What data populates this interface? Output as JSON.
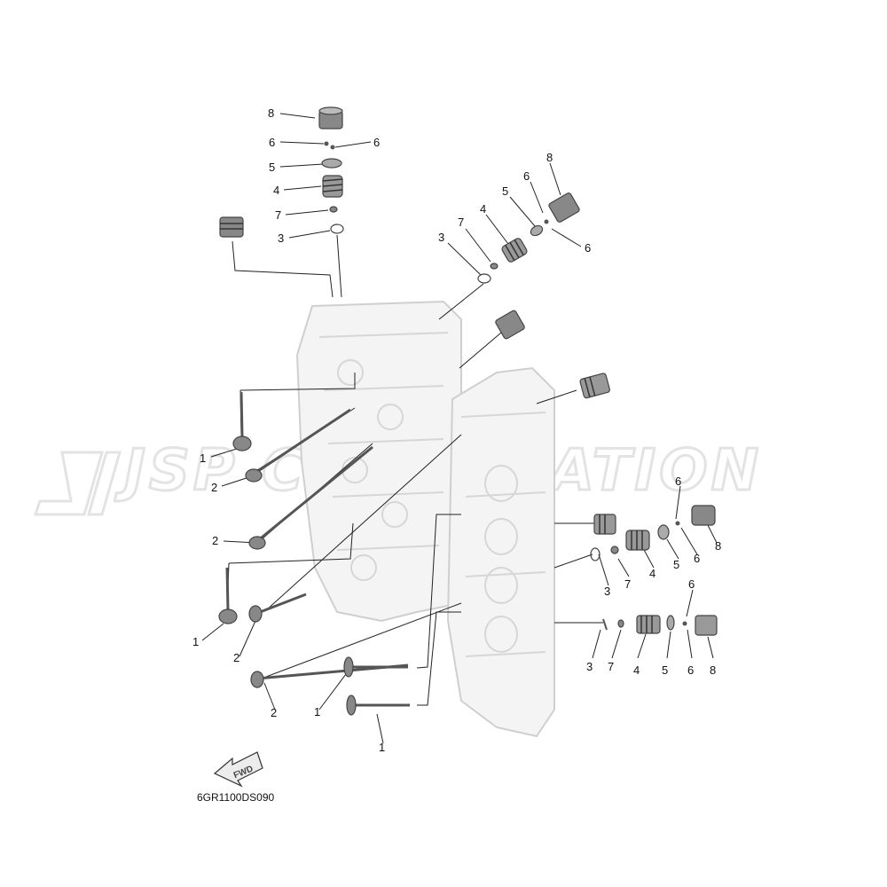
{
  "diagram": {
    "watermark_text": "JSP CORPORATION",
    "diagram_code": "6GR1100DS090",
    "fwd_label": "FWD",
    "callouts": [
      {
        "n": "8"
      },
      {
        "n": "6"
      },
      {
        "n": "6"
      },
      {
        "n": "5"
      },
      {
        "n": "4"
      },
      {
        "n": "7"
      },
      {
        "n": "3"
      },
      {
        "n": "8"
      },
      {
        "n": "6"
      },
      {
        "n": "5"
      },
      {
        "n": "4"
      },
      {
        "n": "7"
      },
      {
        "n": "3"
      },
      {
        "n": "6"
      },
      {
        "n": "1"
      },
      {
        "n": "2"
      },
      {
        "n": "2"
      },
      {
        "n": "1"
      },
      {
        "n": "2"
      },
      {
        "n": "2"
      },
      {
        "n": "1"
      },
      {
        "n": "1"
      },
      {
        "n": "6"
      },
      {
        "n": "8"
      },
      {
        "n": "5"
      },
      {
        "n": "6"
      },
      {
        "n": "4"
      },
      {
        "n": "7"
      },
      {
        "n": "3"
      },
      {
        "n": "6"
      },
      {
        "n": "3"
      },
      {
        "n": "7"
      },
      {
        "n": "4"
      },
      {
        "n": "5"
      },
      {
        "n": "6"
      },
      {
        "n": "8"
      }
    ]
  }
}
